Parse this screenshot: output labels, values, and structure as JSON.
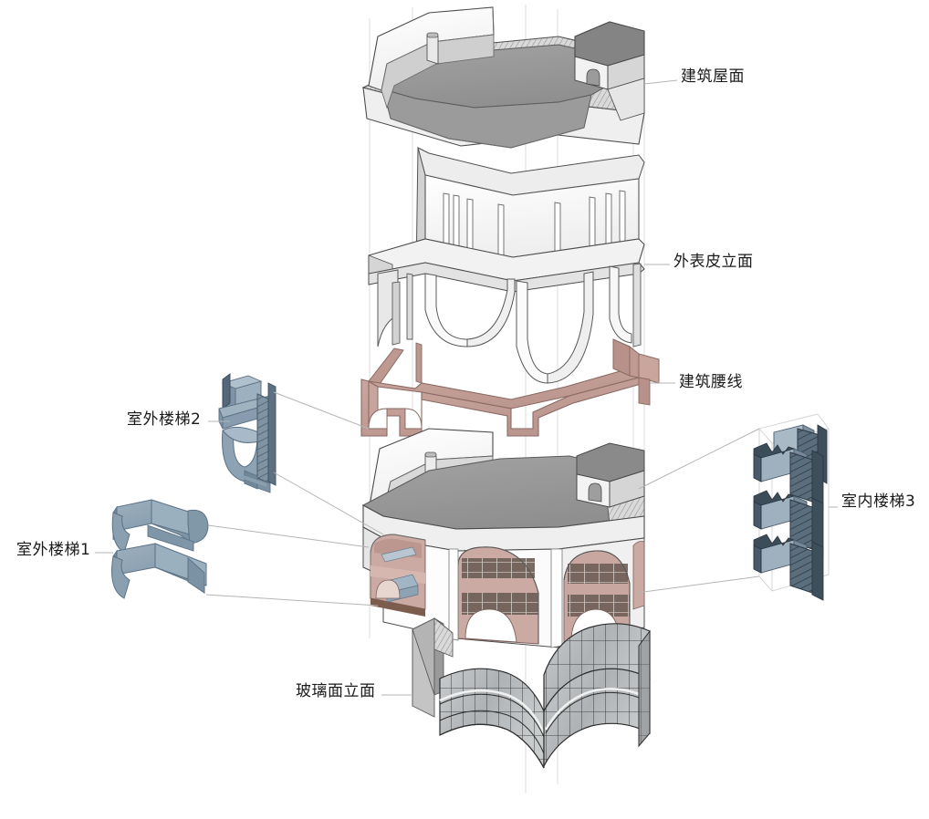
{
  "diagram": {
    "type": "exploded-axonometric",
    "subject": "building-assembly",
    "background_color": "#ffffff"
  },
  "labels": {
    "roof": "建筑屋面",
    "skin": "外表皮立面",
    "waistline": "建筑腰线",
    "outdoor_stair_2": "室外楼梯2",
    "outdoor_stair_1": "室外楼梯1",
    "indoor_stair_3": "室内楼梯3",
    "glass_facade": "玻璃面立面"
  },
  "components": [
    {
      "id": "roof",
      "label": "建筑屋面",
      "order": 1,
      "description": "gray roof slab with curved wavy edges, raised parapet wall at left and small stair-head box volume with arched door at right",
      "fill": "#9a9a9a",
      "edge": "#4a4a4a"
    },
    {
      "id": "outer-skin",
      "label": "外表皮立面",
      "order": 2,
      "description": "white outer shell facade with vertical slot openings above and large arched openings below",
      "fill": "#f7f7f7",
      "edge": "#555555"
    },
    {
      "id": "waistline",
      "label": "建筑腰线",
      "order": 3,
      "description": "dusty rose horizontal banding ribbon with arched cutouts wrapping the building perimeter",
      "fill": "#c9a9a2",
      "edge": "#8a6a63"
    },
    {
      "id": "building-core",
      "label": "",
      "order": 4,
      "description": "assembled main volume: gray roof plate over white structure, arched openings revealing pink interior walls and dark glazed window bands",
      "fill": "#ffffff",
      "edge": "#4a4a4a"
    },
    {
      "id": "glass-facade",
      "label": "玻璃面立面",
      "order": 5,
      "description": "wavy curtain-wall glazing with fine mullion grid plus a solid gray wall panel at left",
      "fill": "#b9bcbe",
      "edge": "#2e2e2e"
    },
    {
      "id": "outdoor-stair-1",
      "label": "室外楼梯1",
      "order": 6,
      "description": "two curved helical outdoor ramp flights in blue-gray",
      "fill": "#8ea4b5",
      "edge": "#5c7386"
    },
    {
      "id": "outdoor-stair-2",
      "label": "室外楼梯2",
      "order": 7,
      "description": "cylindrical drum with straight stair flights attached, blue-gray",
      "fill": "#8ea4b5",
      "edge": "#5c7386"
    },
    {
      "id": "indoor-stair-3",
      "label": "室内楼梯3",
      "order": 8,
      "description": "stack of four interior stair flights with landings in dark slate blue",
      "fill": "#6d8193",
      "edge": "#333f4a"
    }
  ],
  "colors": {
    "roof_gray": "#9a9a9a",
    "shell_white": "#f7f7f7",
    "waistline_rose": "#c9a9a2",
    "stair_blue": "#8ea4b5",
    "stair_dark": "#52636f",
    "glass_gray": "#b9bcbe",
    "leader_line": "#b8b8b8",
    "axis_line": "#d8d8d8",
    "outline": "#444444",
    "text": "#1a1a1a"
  }
}
